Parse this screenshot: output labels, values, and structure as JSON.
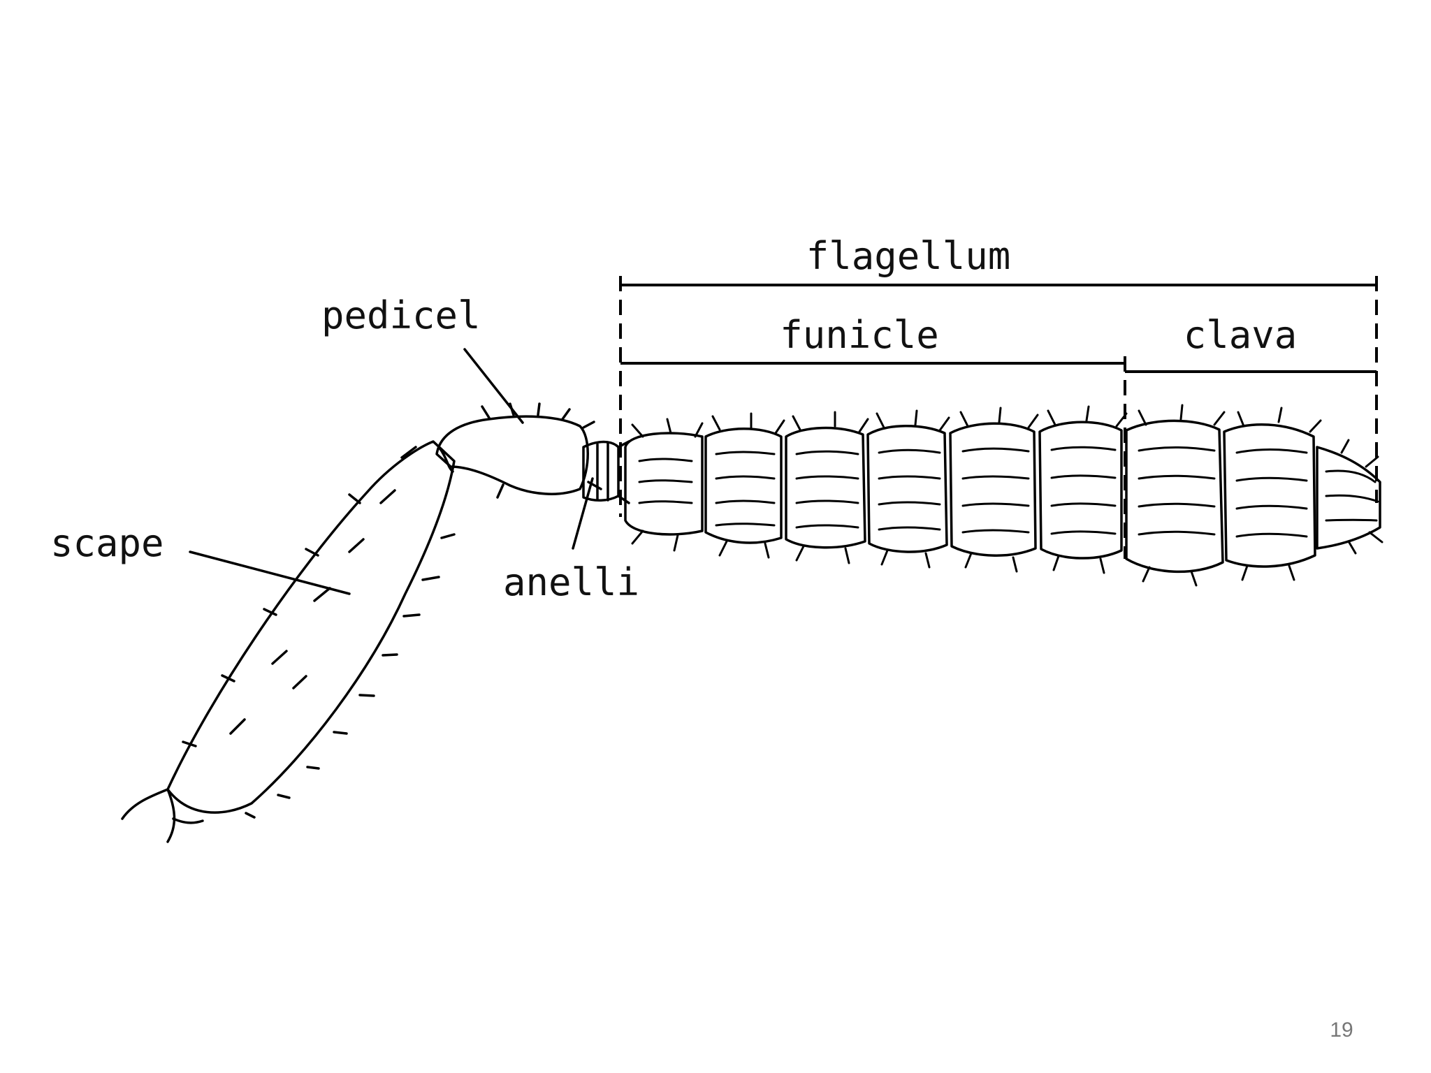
{
  "labels": {
    "flagellum": "flagellum",
    "funicle": "funicle",
    "clava": "clava",
    "pedicel": "pedicel",
    "scape": "scape",
    "anelli": "anelli"
  },
  "page_number": "19"
}
